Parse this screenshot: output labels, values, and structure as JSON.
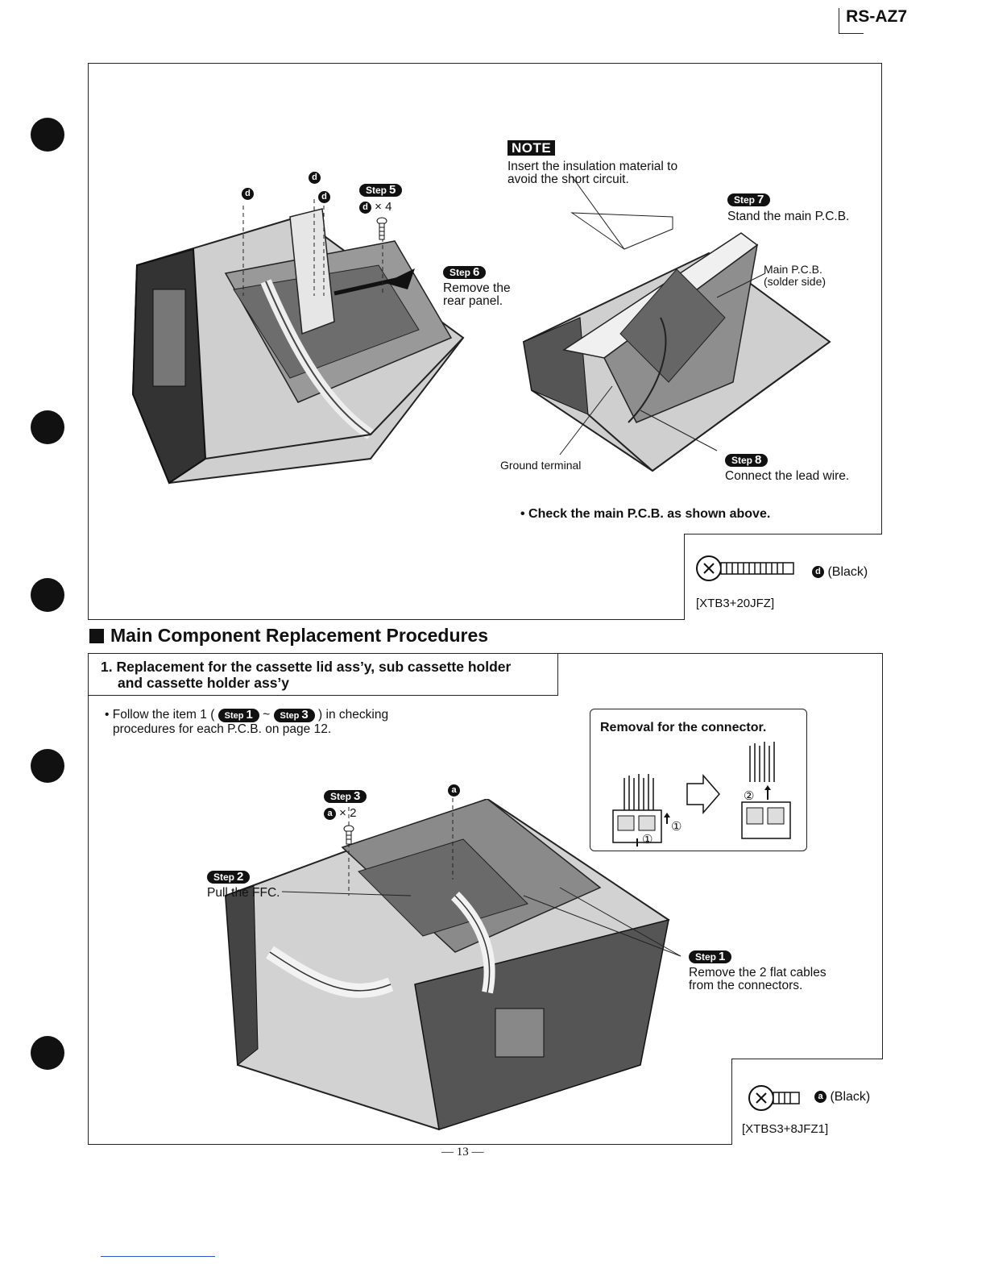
{
  "header": {
    "model": "RS-AZ7"
  },
  "top_panel": {
    "left": {
      "callouts": {
        "d1": "d",
        "d2": "d",
        "d3": "d",
        "d_x4": "d",
        "x4": "× 4"
      },
      "step5": {
        "word": "Step",
        "num": "5"
      },
      "step6": {
        "word": "Step",
        "num": "6",
        "text_1": "Remove the",
        "text_2": "rear panel."
      }
    },
    "right": {
      "note": {
        "badge": "NOTE",
        "line_1": "Insert the insulation material to",
        "line_2": "avoid the short circuit."
      },
      "step7": {
        "word": "Step",
        "num": "7",
        "text": "Stand the main P.C.B."
      },
      "main_pcb": {
        "line_1": "Main P.C.B.",
        "line_2": "(solder side)"
      },
      "ground_terminal": "Ground terminal",
      "step8": {
        "word": "Step",
        "num": "8",
        "text": "Connect the lead wire."
      }
    },
    "check_text": "• Check the main P.C.B. as shown above.",
    "screw": {
      "mark": "d",
      "color": "(Black)",
      "part_no": "[XTB3+20JFZ]"
    }
  },
  "section": {
    "title": "Main Component Replacement Procedures"
  },
  "procedure": {
    "heading_1": "1. Replacement for the cassette lid ass’y, sub cassette holder",
    "heading_2": "and cassette holder ass’y",
    "follow": {
      "prefix": "• Follow the item 1 (",
      "pill_a": {
        "word": "Step",
        "num": "1"
      },
      "tilde": "~",
      "pill_b": {
        "word": "Step",
        "num": "3"
      },
      "suffix": ") in checking",
      "line_2": "procedures for each P.C.B. on page 12."
    },
    "connector_box": {
      "title": "Removal for the connector.",
      "mark_1a": "①",
      "mark_1b": "①",
      "mark_2": "②"
    },
    "step3": {
      "word": "Step",
      "num": "3",
      "mark": "a",
      "x2": "× 2",
      "callout": "a"
    },
    "step2": {
      "word": "Step",
      "num": "2",
      "text": "Pull the FFC."
    },
    "step1": {
      "word": "Step",
      "num": "1",
      "text_1": "Remove the 2 flat cables",
      "text_2": "from the connectors."
    },
    "screw": {
      "mark": "a",
      "color": "(Black)",
      "part_no": "[XTBS3+8JFZ1]"
    }
  },
  "footer": {
    "page": "— 13 —"
  }
}
